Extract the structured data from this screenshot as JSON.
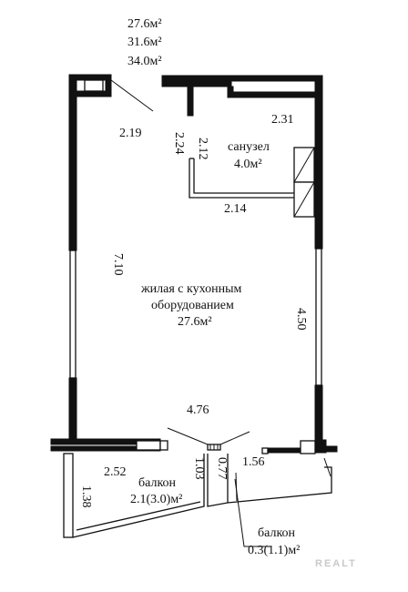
{
  "areas": {
    "living": "27.6м²",
    "total": "31.6м²",
    "total_with_balconies": "34.0м²"
  },
  "rooms": {
    "main_line1": "жилая с кухонным",
    "main_line2": "оборудованием",
    "main_area": "27.6м²",
    "bath_name": "санузел",
    "bath_area": "4.0м²",
    "balcony1_name": "балкон",
    "balcony1_area": "2.1(3.0)м²",
    "balcony2_name": "балкон",
    "balcony2_area": "0.3(1.1)м²"
  },
  "dimensions": {
    "d219": "2.19",
    "d231": "2.31",
    "d224": "2.24",
    "d212": "2.12",
    "d214": "2.14",
    "d710": "7.10",
    "d450": "4.50",
    "d476": "4.76",
    "d252": "2.52",
    "d156": "1.56",
    "d103": "1.03",
    "d077": "0.77",
    "d138": "1.38"
  },
  "watermark": "REALT"
}
